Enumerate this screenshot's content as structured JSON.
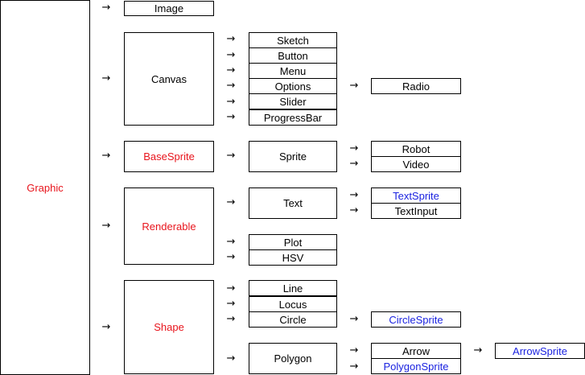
{
  "arrow_glyph": "→",
  "colors": {
    "abstract_red": "#e8141c",
    "sprite_blue": "#1a22e0"
  },
  "nodes": {
    "graphic": "Graphic",
    "image": "Image",
    "canvas": "Canvas",
    "sketch": "Sketch",
    "button": "Button",
    "menu": "Menu",
    "options": "Options",
    "radio": "Radio",
    "slider": "Slider",
    "progressbar": "ProgressBar",
    "basesprite": "BaseSprite",
    "sprite": "Sprite",
    "robot": "Robot",
    "video": "Video",
    "renderable": "Renderable",
    "text": "Text",
    "textsprite": "TextSprite",
    "textinput": "TextInput",
    "plot": "Plot",
    "hsv": "HSV",
    "shape": "Shape",
    "line": "Line",
    "locus": "Locus",
    "circle": "Circle",
    "circlesprite": "CircleSprite",
    "polygon": "Polygon",
    "arrow": "Arrow",
    "arrowsprite": "ArrowSprite",
    "polygonsprite": "PolygonSprite"
  }
}
